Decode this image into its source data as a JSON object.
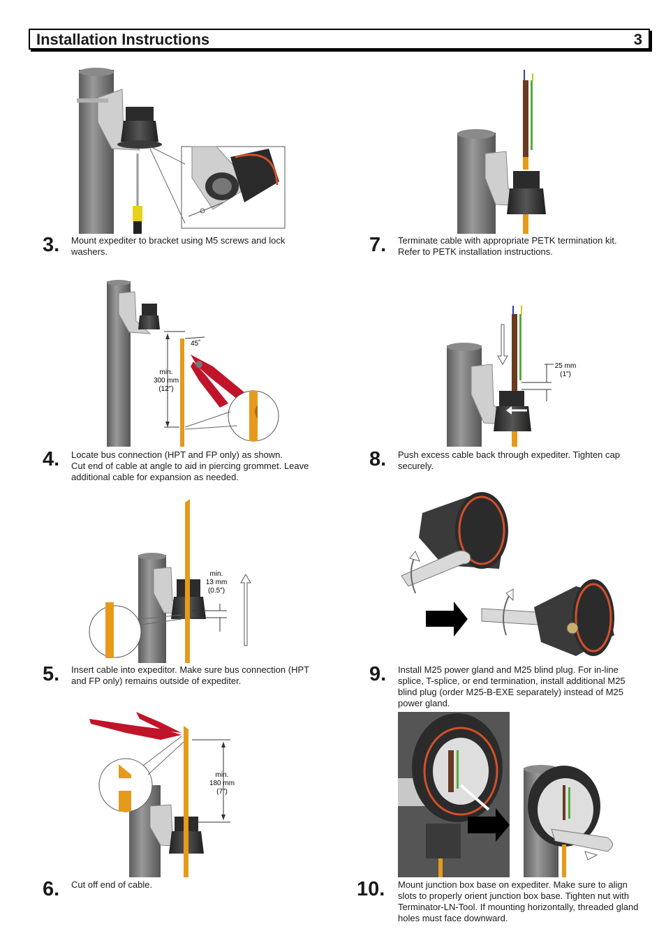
{
  "header": {
    "title": "Installation Instructions",
    "page_number": "3"
  },
  "steps": [
    {
      "num": "3.",
      "lines": [
        "Mount expediter to bracket using M5 screws and lock",
        "washers."
      ]
    },
    {
      "num": "4.",
      "lines": [
        "Locate bus connection (HPT and FP only) as shown.",
        "Cut end of cable at angle to aid in piercing grommet.  Leave",
        "additional cable for expansion as needed."
      ]
    },
    {
      "num": "5.",
      "lines": [
        "Insert cable into expeditor.  Make sure bus connection (HPT",
        "and FP only) remains outside of expediter."
      ]
    },
    {
      "num": "6.",
      "lines": [
        "Cut off end of cable."
      ]
    },
    {
      "num": "7.",
      "lines": [
        "Terminate cable with appropriate PETK termination kit.",
        "Refer to PETK installation instructions."
      ]
    },
    {
      "num": "8.",
      "lines": [
        "Push excess cable back through expediter.  Tighten cap",
        "securely."
      ]
    },
    {
      "num": "9.",
      "lines": [
        "Install M25 power gland and M25 blind plug.  For in-line",
        "splice, T-splice, or end termination, install additional M25",
        "blind plug (order M25-B-EXE separately) instead of M25",
        "power gland."
      ]
    },
    {
      "num": "10.",
      "lines": [
        "Mount junction box base on expediter.  Make sure to align",
        "slots to properly orient junction box base.  Tighten nut with",
        "Terminator-LN-Tool.  If mounting horizontally, threaded gland",
        "holes must face downward."
      ]
    }
  ],
  "figures": {
    "fig4": {
      "angle": "45˚",
      "dim": [
        "min.",
        "300 mm",
        "(12\")"
      ]
    },
    "fig5": {
      "dim": [
        "min.",
        "13 mm",
        "(0.5\")"
      ]
    },
    "fig6": {
      "dim": [
        "min.",
        "180 mm",
        "(7\")"
      ]
    },
    "fig8": {
      "dim": [
        "25 mm",
        "(1\")"
      ]
    }
  },
  "colors": {
    "pipe": "#7b7b7b",
    "cable": "#e59a1c",
    "cutter": "#c0142a",
    "bracket": "#c8c8c8",
    "expediter": "#3a3a3a",
    "seal": "#d2502a"
  }
}
